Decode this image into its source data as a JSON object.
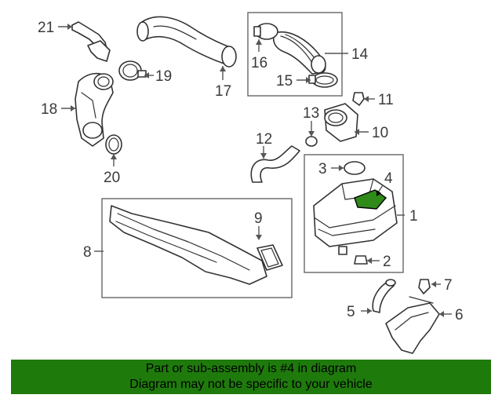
{
  "callouts": [
    "1",
    "2",
    "3",
    "4",
    "5",
    "6",
    "7",
    "8",
    "9",
    "10",
    "11",
    "12",
    "13",
    "14",
    "15",
    "16",
    "17",
    "18",
    "19",
    "20",
    "21"
  ],
  "highlight": {
    "part": "4",
    "color": "#2f8a1a"
  },
  "footer": {
    "line1": "Part or sub-assembly is #4 in diagram",
    "line2": "Diagram may not be specific to your vehicle",
    "background": "#1f7a0c"
  }
}
